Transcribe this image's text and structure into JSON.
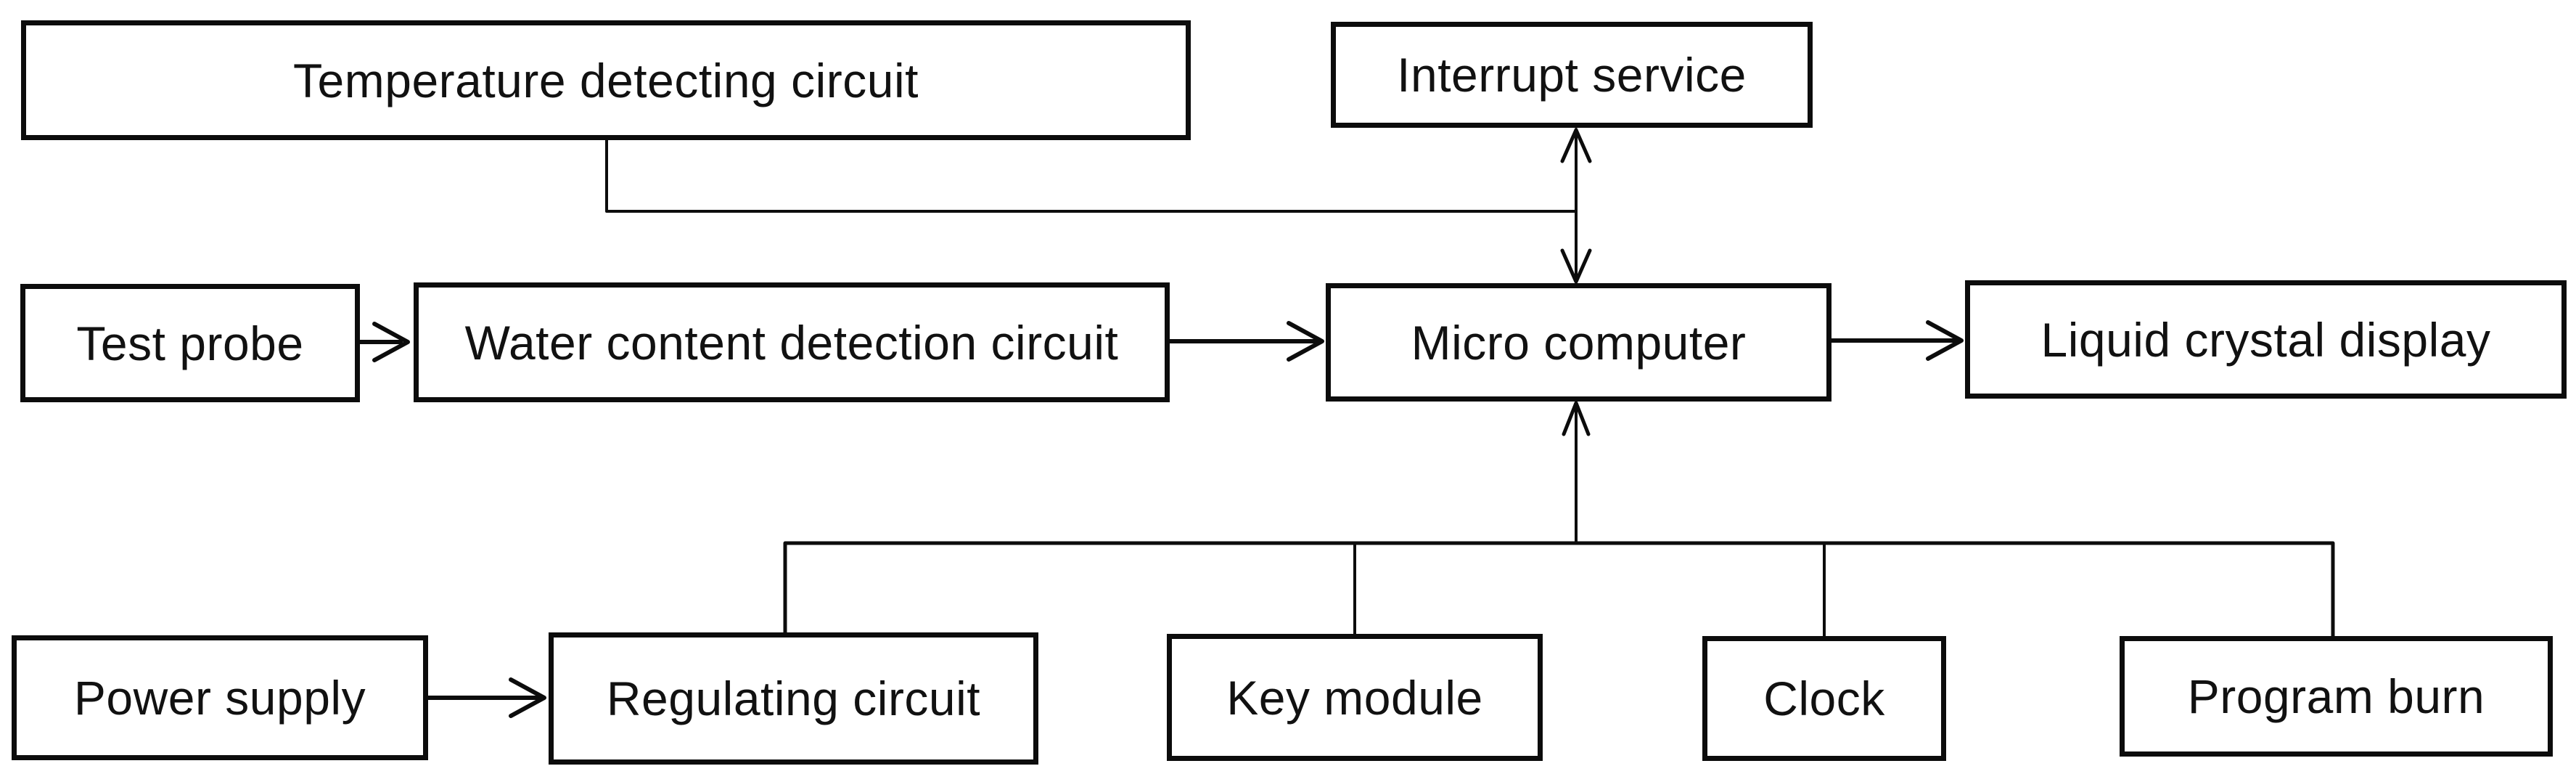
{
  "diagram": {
    "type": "block-diagram",
    "background_color": "#ffffff",
    "line_color": "#0c0c0c",
    "text_color": "#111111",
    "nodes": {
      "temperature": {
        "label": "Temperature detecting circuit"
      },
      "interrupt": {
        "label": "Interrupt service"
      },
      "test_probe": {
        "label": "Test probe"
      },
      "water": {
        "label": "Water content detection circuit"
      },
      "micro": {
        "label": "Micro computer"
      },
      "lcd": {
        "label": "Liquid crystal display"
      },
      "power": {
        "label": "Power supply"
      },
      "regulating": {
        "label": "Regulating circuit"
      },
      "key": {
        "label": "Key module"
      },
      "clock": {
        "label": "Clock"
      },
      "program": {
        "label": "Program burn"
      }
    },
    "edges": [
      {
        "from": "temperature",
        "to": "micro",
        "style": "plain-line",
        "note": "elbow line joining the interrupt-micro arrow"
      },
      {
        "from": "interrupt",
        "to": "micro",
        "style": "double-headed-arrow"
      },
      {
        "from": "test_probe",
        "to": "water",
        "style": "arrow"
      },
      {
        "from": "water",
        "to": "micro",
        "style": "arrow"
      },
      {
        "from": "micro",
        "to": "lcd",
        "style": "arrow"
      },
      {
        "from": "power",
        "to": "regulating",
        "style": "arrow"
      },
      {
        "from": "bus",
        "to": "micro",
        "style": "arrow"
      },
      {
        "from": "regulating",
        "to": "bus",
        "style": "plain-line"
      },
      {
        "from": "key",
        "to": "bus",
        "style": "plain-line"
      },
      {
        "from": "clock",
        "to": "bus",
        "style": "plain-line"
      },
      {
        "from": "program",
        "to": "bus",
        "style": "plain-line"
      }
    ]
  }
}
